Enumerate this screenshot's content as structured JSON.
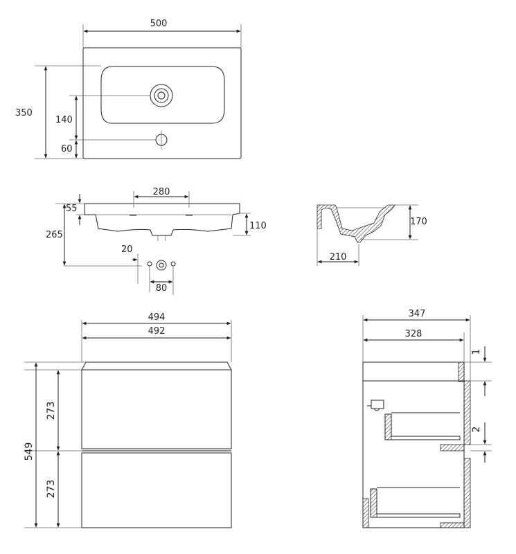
{
  "colors": {
    "line": "#222222",
    "background": "#ffffff"
  },
  "basin_top": {
    "width": "500",
    "depth": "350",
    "tap_to_edge": "140",
    "overflow_to_edge": "60"
  },
  "basin_front": {
    "hole_spacing": "280",
    "rim": "55",
    "height_total": "265",
    "bowl_depth": "110",
    "tap_hole": "20",
    "drain_offset": "80"
  },
  "basin_side": {
    "height": "170",
    "depth": "210"
  },
  "cabinet_front": {
    "width_outer": "494",
    "width_inner": "492",
    "height": "549",
    "drawer_top": "273",
    "drawer_bottom": "273"
  },
  "cabinet_side": {
    "depth_outer": "347",
    "depth_inner": "328",
    "top_gap": "1",
    "mid_gap": "2"
  }
}
